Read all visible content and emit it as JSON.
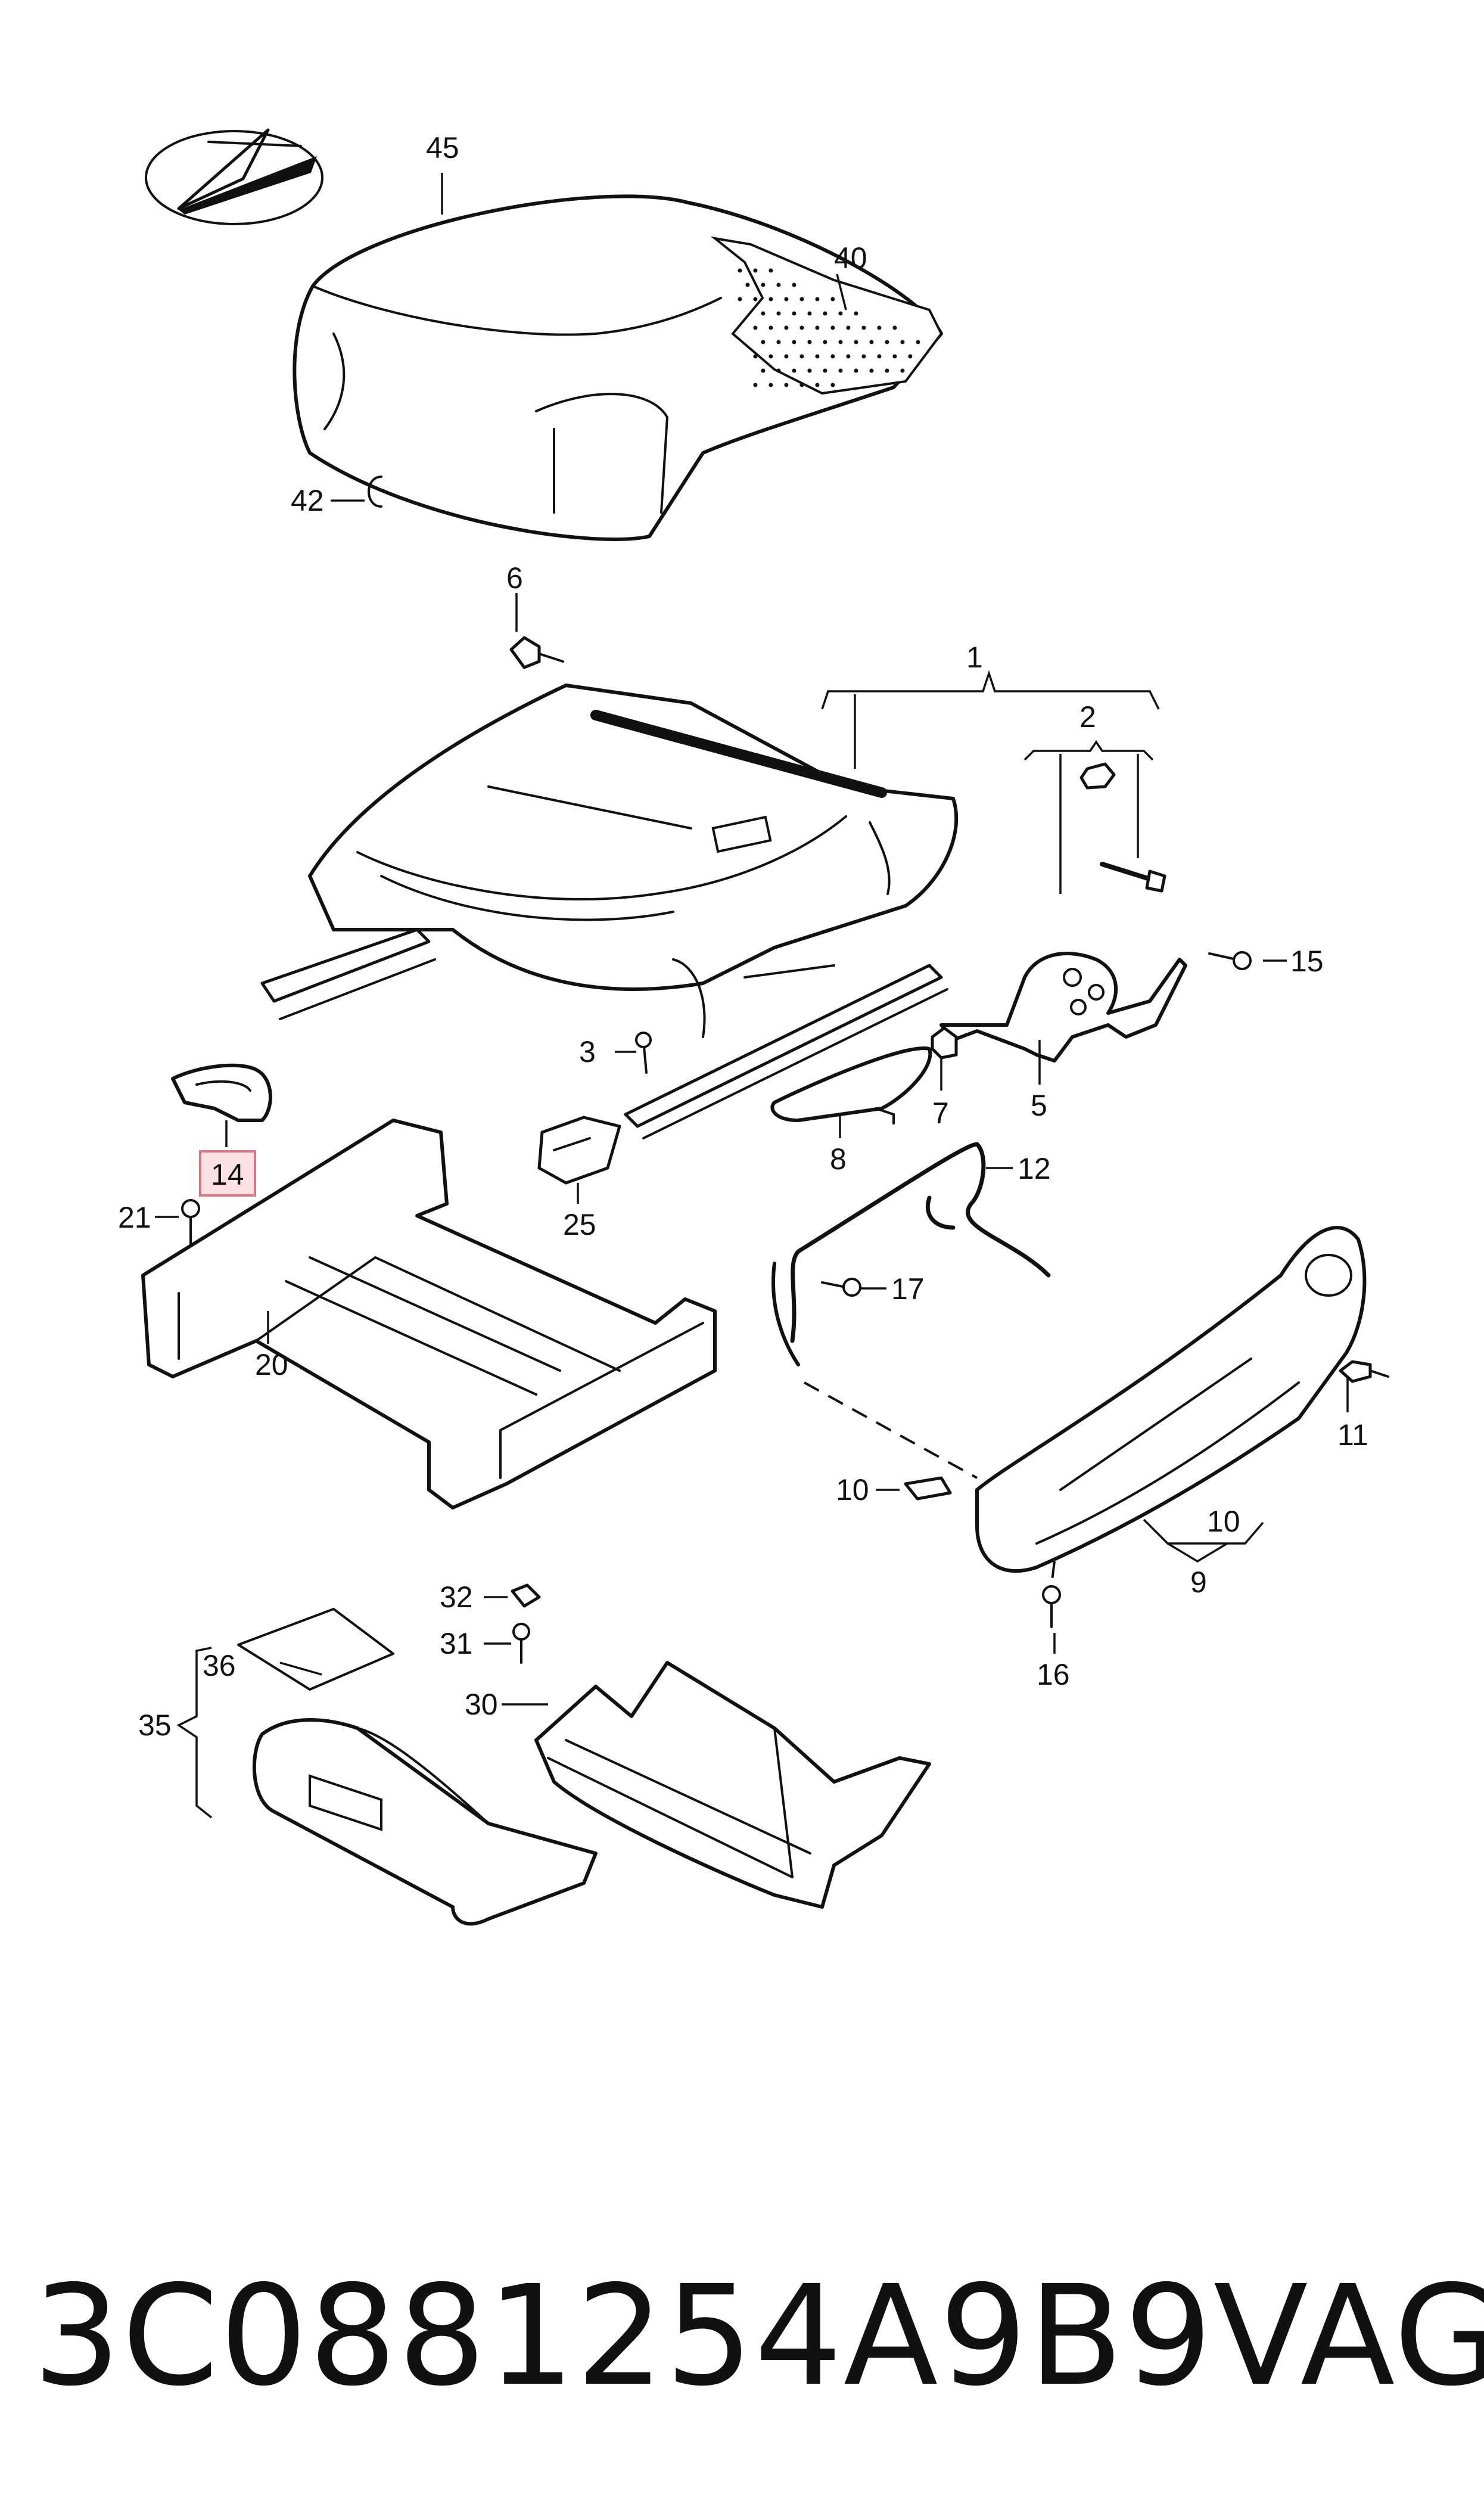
{
  "diagram": {
    "callouts": {
      "c45": "45",
      "c40": "40",
      "c42": "42",
      "c6": "6",
      "c1": "1",
      "c2": "2",
      "c15": "15",
      "c3": "3",
      "c7": "7",
      "c5": "5",
      "c8": "8",
      "c14": "14",
      "c21": "21",
      "c25": "25",
      "c12": "12",
      "c17": "17",
      "c20": "20",
      "c11": "11",
      "c10a": "10",
      "c10b": "10",
      "c9": "9",
      "c16": "16",
      "c32": "32",
      "c36": "36",
      "c31": "31",
      "c30": "30",
      "c35": "35"
    },
    "highlighted_callout": "14",
    "highlight_color": "#fbe1e4",
    "line_color": "#111111"
  },
  "footer": {
    "part_number": "3C0881254A9B9",
    "brand": "VAG"
  }
}
